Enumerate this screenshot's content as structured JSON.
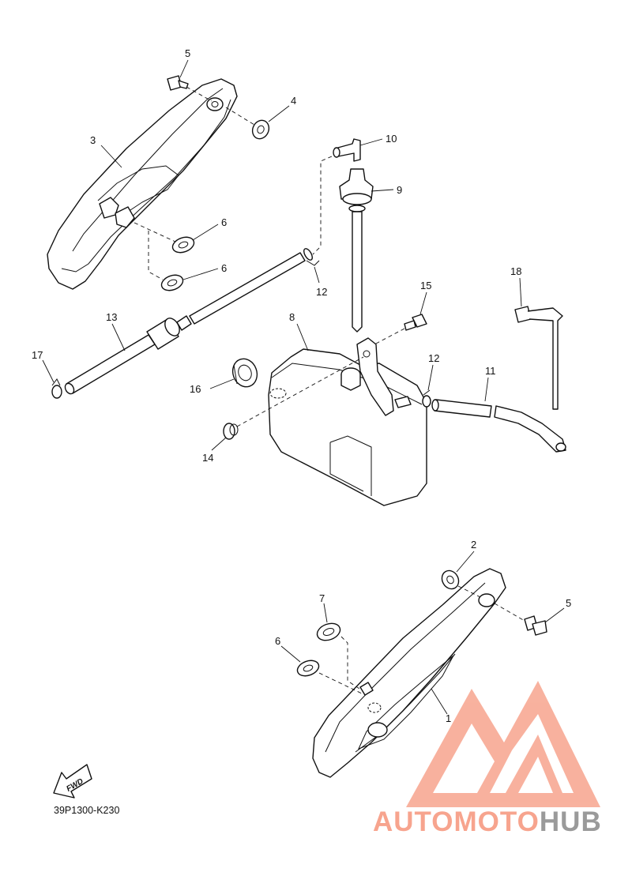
{
  "diagram": {
    "code": "39P1300-K230",
    "fwd_label": "FWD"
  },
  "callouts": {
    "c1": "1",
    "c2": "2",
    "c3": "3",
    "c4": "4",
    "c5a": "5",
    "c5b": "5",
    "c6a": "6",
    "c6b": "6",
    "c6c": "6",
    "c7": "7",
    "c8": "8",
    "c9": "9",
    "c10": "10",
    "c11": "11",
    "c12a": "12",
    "c12b": "12",
    "c13": "13",
    "c14": "14",
    "c15": "15",
    "c16": "16",
    "c17": "17",
    "c18": "18"
  },
  "watermark": {
    "part1": "AUTO",
    "part2": "MOTO",
    "part3": "HUB",
    "color_primary": "#f7a48e",
    "color_secondary": "#9a9a9a"
  }
}
